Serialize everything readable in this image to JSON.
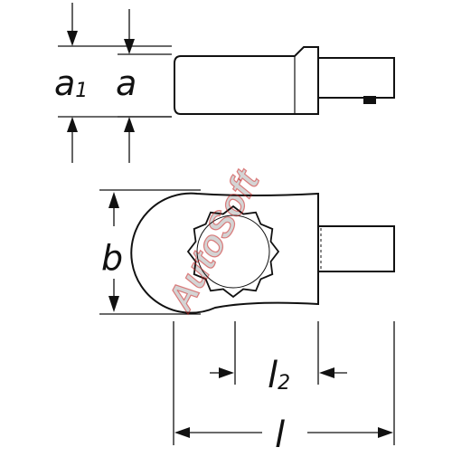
{
  "diagram": {
    "subject": "ring-wrench-insert-tool",
    "labels": {
      "a1_main": "a",
      "a1_sub": "1",
      "a": "a",
      "b": "b",
      "l2_main": "l",
      "l2_sub": "2",
      "l": "l"
    },
    "watermark": {
      "text": "AutoSoft",
      "color": "#cc2222"
    },
    "colors": {
      "line": "#111111",
      "background": "#ffffff"
    }
  }
}
